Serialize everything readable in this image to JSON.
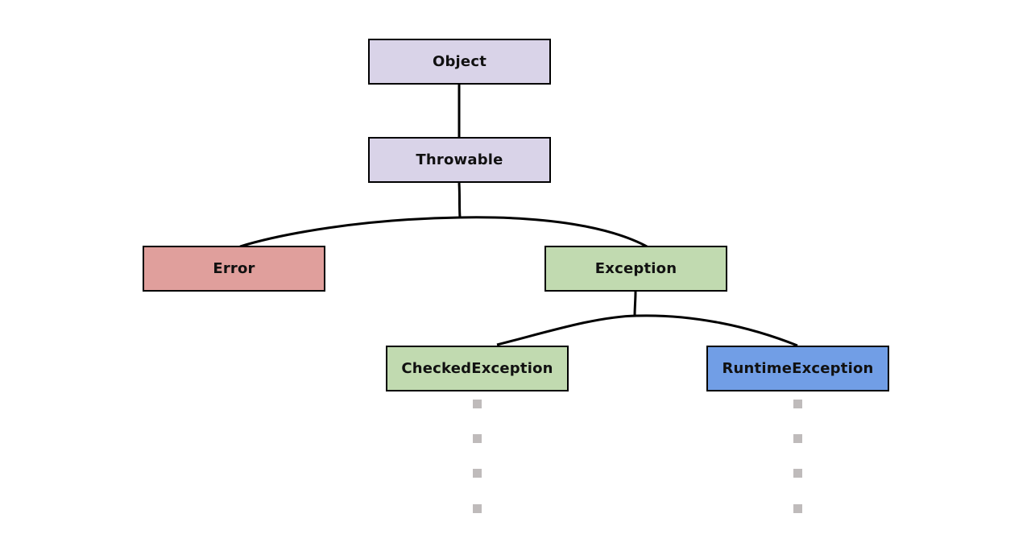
{
  "diagram": {
    "colors": {
      "object": "#d9d3e8",
      "throwable": "#d9d3e8",
      "error": "#e09f9c",
      "exception": "#c1dab0",
      "checked": "#c1dab0",
      "runtime": "#719ee6",
      "line": "#000000",
      "dots": "#bfbbbb"
    },
    "nodes": {
      "object": "Object",
      "throwable": "Throwable",
      "error": "Error",
      "exception": "Exception",
      "checked": "CheckedException",
      "runtime": "RuntimeException"
    }
  }
}
